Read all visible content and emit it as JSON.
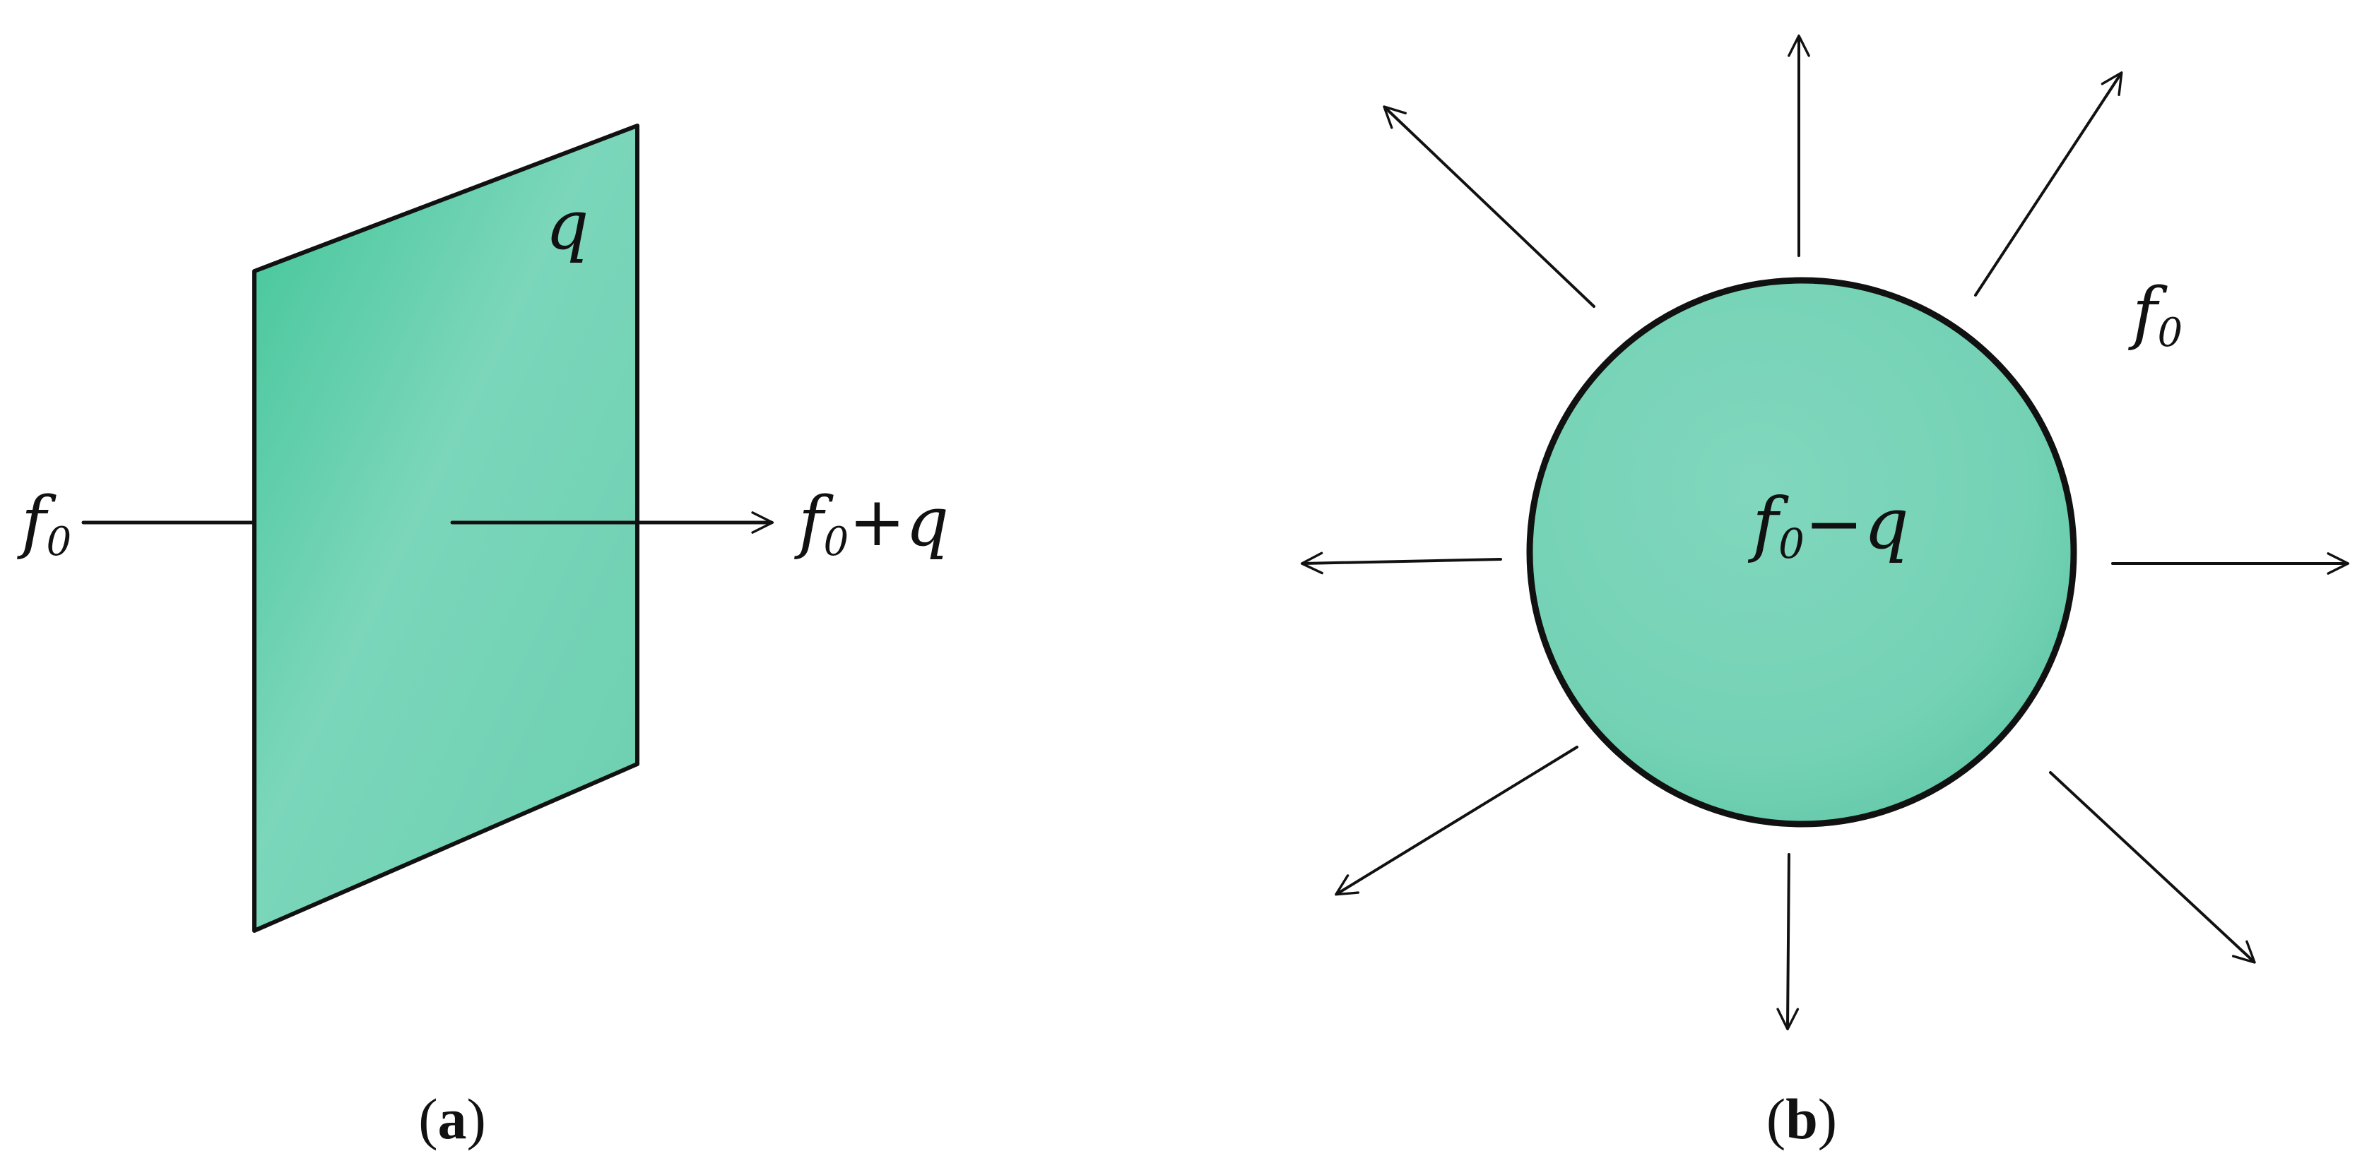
{
  "colors": {
    "fill": "#79d4b8",
    "fill_dark": "#4cc7a0",
    "ink": "#111111"
  },
  "panel_a": {
    "caption_open": "(",
    "caption_letter": "a",
    "caption_close": ")",
    "label_charge": "q",
    "label_incoming_f": "f",
    "label_incoming_sub": "0",
    "label_outgoing_f": "f",
    "label_outgoing_sub": "0",
    "label_outgoing_suffix": "+q"
  },
  "panel_b": {
    "caption_open": "(",
    "caption_letter": "b",
    "caption_close": ")",
    "label_inside_f": "f",
    "label_inside_sub": "0",
    "label_inside_suffix": "−q",
    "label_outside_f": "f",
    "label_outside_sub": "0"
  }
}
